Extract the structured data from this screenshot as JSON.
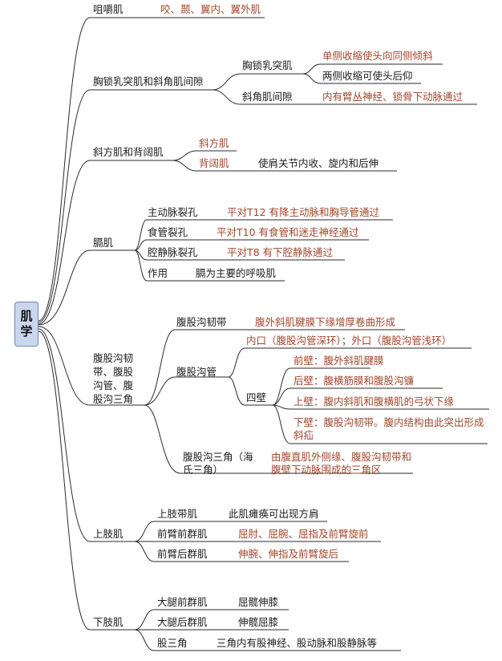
{
  "root": "肌学",
  "b1": {
    "label": "咀嚼肌",
    "text": "咬、颞、翼内、翼外肌"
  },
  "b2": {
    "label": "胸锁乳突肌和斜角肌间隙",
    "c1": {
      "label": "胸锁乳突肌",
      "d1": "单侧收缩使头向同侧倾斜",
      "d2": "两侧收缩可使头后仰"
    },
    "c2": {
      "label": "斜角肌间隙",
      "text": "内有臂丛神经、锁骨下动脉通过"
    }
  },
  "b3": {
    "label": "斜方肌和背阔肌",
    "c1": "斜方肌",
    "c2": "背阔肌",
    "c2_text": "使肩关节内收、旋内和后伸"
  },
  "b4": {
    "label": "膈肌",
    "c1": {
      "label": "主动脉裂孔",
      "text": "平对T12  有降主动脉和胸导管通过"
    },
    "c2": {
      "label": "食管裂孔",
      "text": "平对T10  有食管和迷走神经通过"
    },
    "c3": {
      "label": "腔静脉裂孔",
      "text": "平对T8  有下腔静脉通过"
    },
    "c4": {
      "label": "作用",
      "text": "膈为主要的呼吸肌"
    }
  },
  "b5": {
    "label": "腹股沟韧带、腹股沟管、腹股沟三角",
    "c1": {
      "label": "腹股沟韧带",
      "text": "腹外斜肌腱膜下缘增厚卷曲形成"
    },
    "c2": {
      "label": "腹股沟管",
      "entrance": "内口（腹股沟管深环）；外口（腹股沟管浅环）",
      "walls": "四壁",
      "w1": "前壁：腹外斜肌腱膜",
      "w2": "后壁：腹横筋膜和腹股沟镰",
      "w3": "上壁：腹内斜肌和腹横肌的弓状下缘",
      "w4": "下壁：腹股沟韧带。腹内结构由此突出形成斜疝"
    },
    "c3": {
      "label": "腹股沟三角（海氏三角）",
      "text": "由腹直肌外侧缘、腹股沟韧带和腹壁下动脉围成的三角区"
    }
  },
  "b6": {
    "label": "上肢肌",
    "c1": {
      "label": "上肢带肌",
      "text": "此肌瘫痪可出现方肩"
    },
    "c2": {
      "label": "前臂前群肌",
      "text": "屈肘、屈腕、屈指及前臂旋前"
    },
    "c3": {
      "label": "前臂后群肌",
      "text": "伸腕、伸指及前臂旋后"
    }
  },
  "b7": {
    "label": "下肢肌",
    "c1": {
      "label": "大腿前群肌",
      "text": "屈髋伸膝"
    },
    "c2": {
      "label": "大腿后群肌",
      "text": "伸髋屈膝"
    },
    "c3": {
      "label": "股三角",
      "text": "三角内有股神经、股动脉和股静脉等"
    }
  }
}
